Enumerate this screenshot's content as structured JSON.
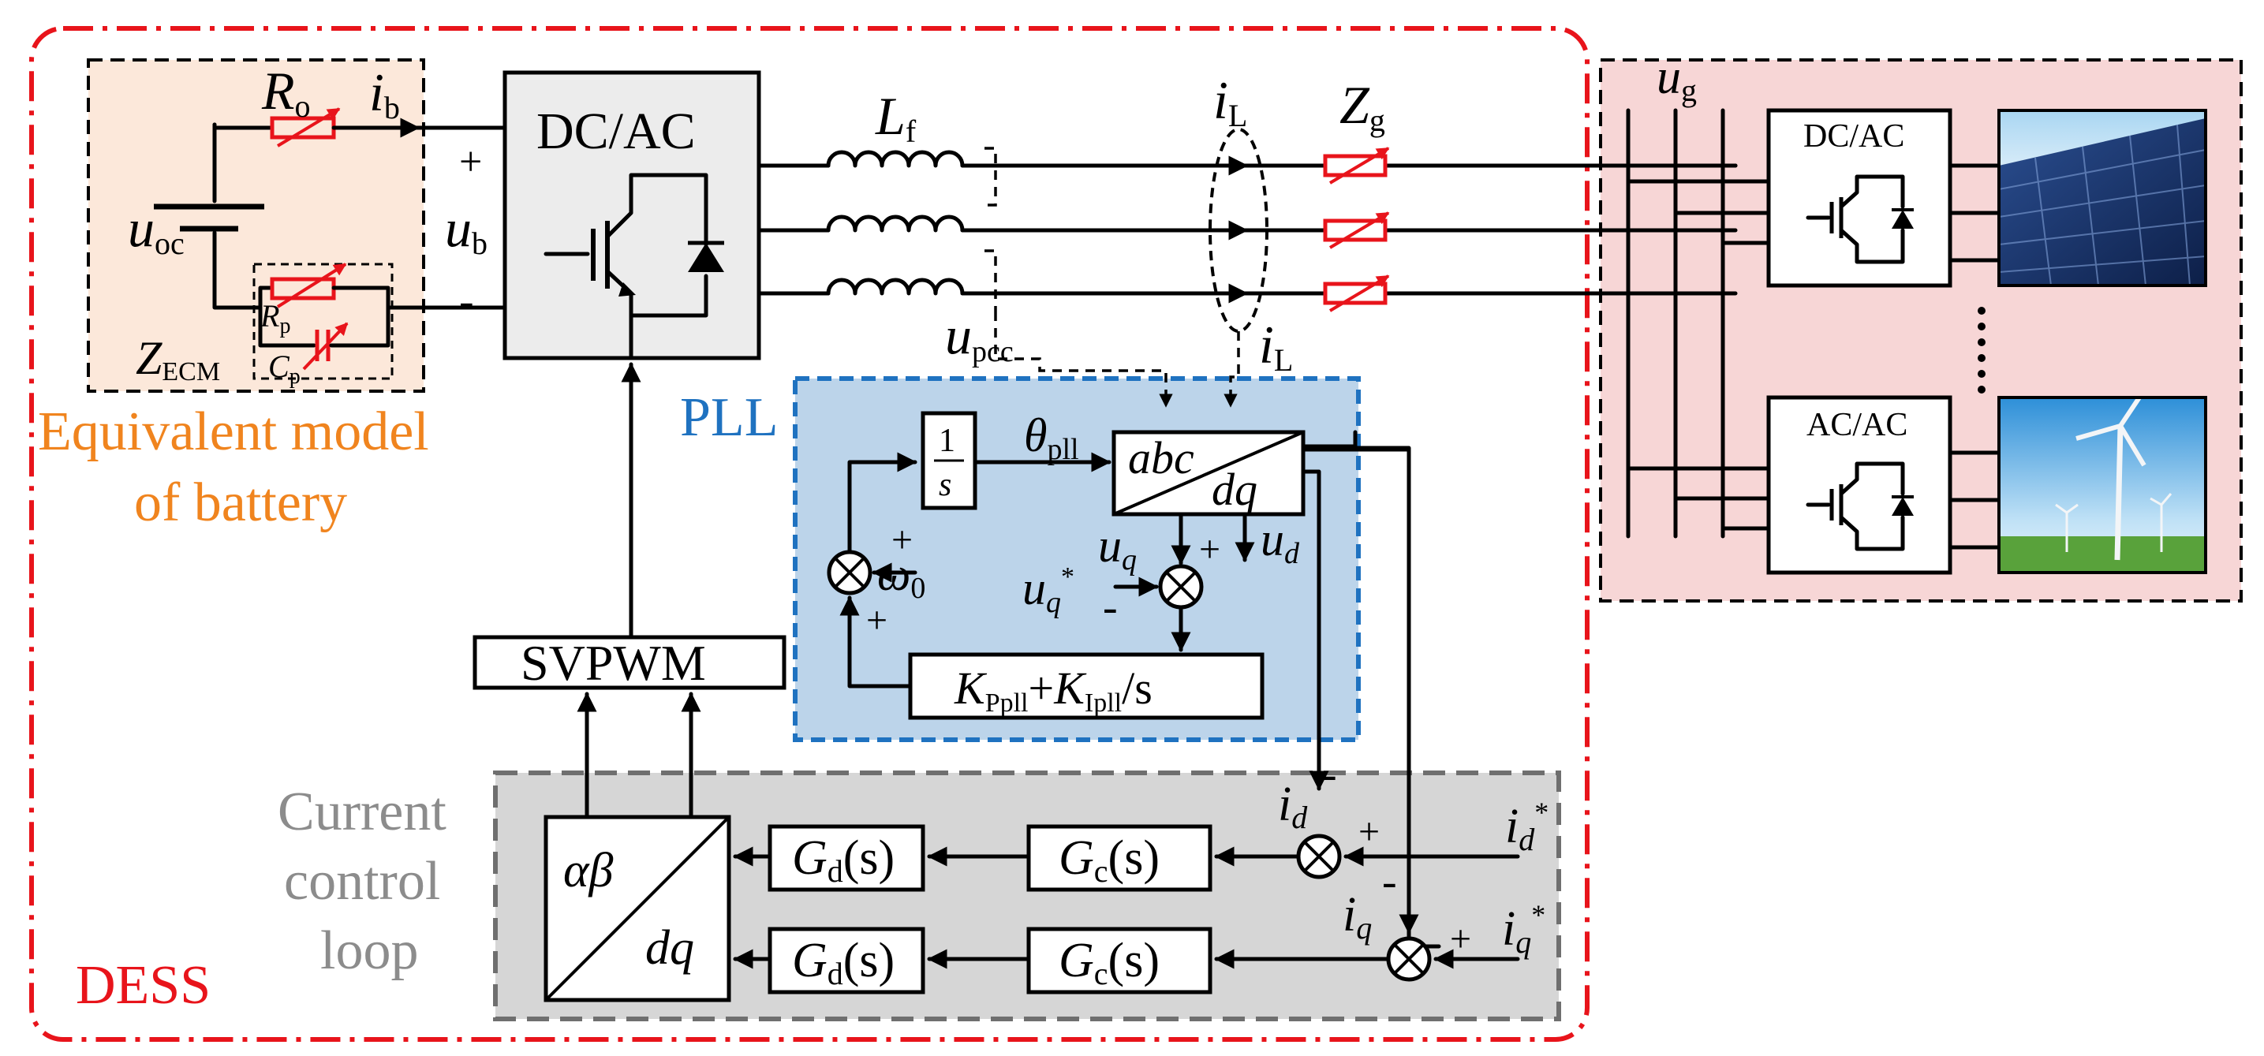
{
  "labels": {
    "dess": "DESS",
    "battery_title_1": "Equivalent model",
    "battery_title_2": "of battery",
    "current_loop_1": "Current",
    "current_loop_2": "control",
    "current_loop_3": "loop",
    "pll": "PLL",
    "svpwm": "SVPWM",
    "dcac_main": "DC/AC",
    "dcac_grid": "DC/AC",
    "acac_grid": "AC/AC",
    "plus": "+",
    "minus": "-",
    "one": "1",
    "s": "s"
  },
  "symbols": {
    "R": "R",
    "o": "o",
    "i": "i",
    "b": "b",
    "u": "u",
    "oc": "oc",
    "Rp_R": "R",
    "p": "p",
    "Cp_C": "C",
    "Z": "Z",
    "ECM": "ECM",
    "L": "L",
    "f": "f",
    "iL_L": "L",
    "Zg_Z": "Z",
    "g": "g",
    "pcc": "pcc",
    "theta": "θ",
    "pll_sub": "pll",
    "abc": "abc",
    "dq": "dq",
    "q": "q",
    "d": "d",
    "omega": "ω",
    "zero": "0",
    "star": "*",
    "K": "K",
    "Ppll": "Ppll",
    "Ipll": "Ipll",
    "plus_sign": "+",
    "slash_s": "/s",
    "alpha_beta": "αβ",
    "G": "G",
    "c": "c",
    "d_sub": "d",
    "open_paren_s": "(s)"
  },
  "colors": {
    "dess_border": "#e8141b",
    "battery_fill": "#fce8da",
    "battery_title": "#f0841e",
    "pll_fill": "#bcd4ea",
    "pll_border": "#1f72c0",
    "pll_label": "#1f72c0",
    "ccl_fill": "#d6d6d6",
    "ccl_label": "#8c8c8c",
    "grid_fill": "#f7d6d6",
    "resistor_red": "#e8141b",
    "inner_box": "#ececec"
  },
  "icons": {
    "solar": "solar-panel-photo",
    "wind": "wind-turbine-photo",
    "igbt": "igbt-switch-symbol"
  }
}
